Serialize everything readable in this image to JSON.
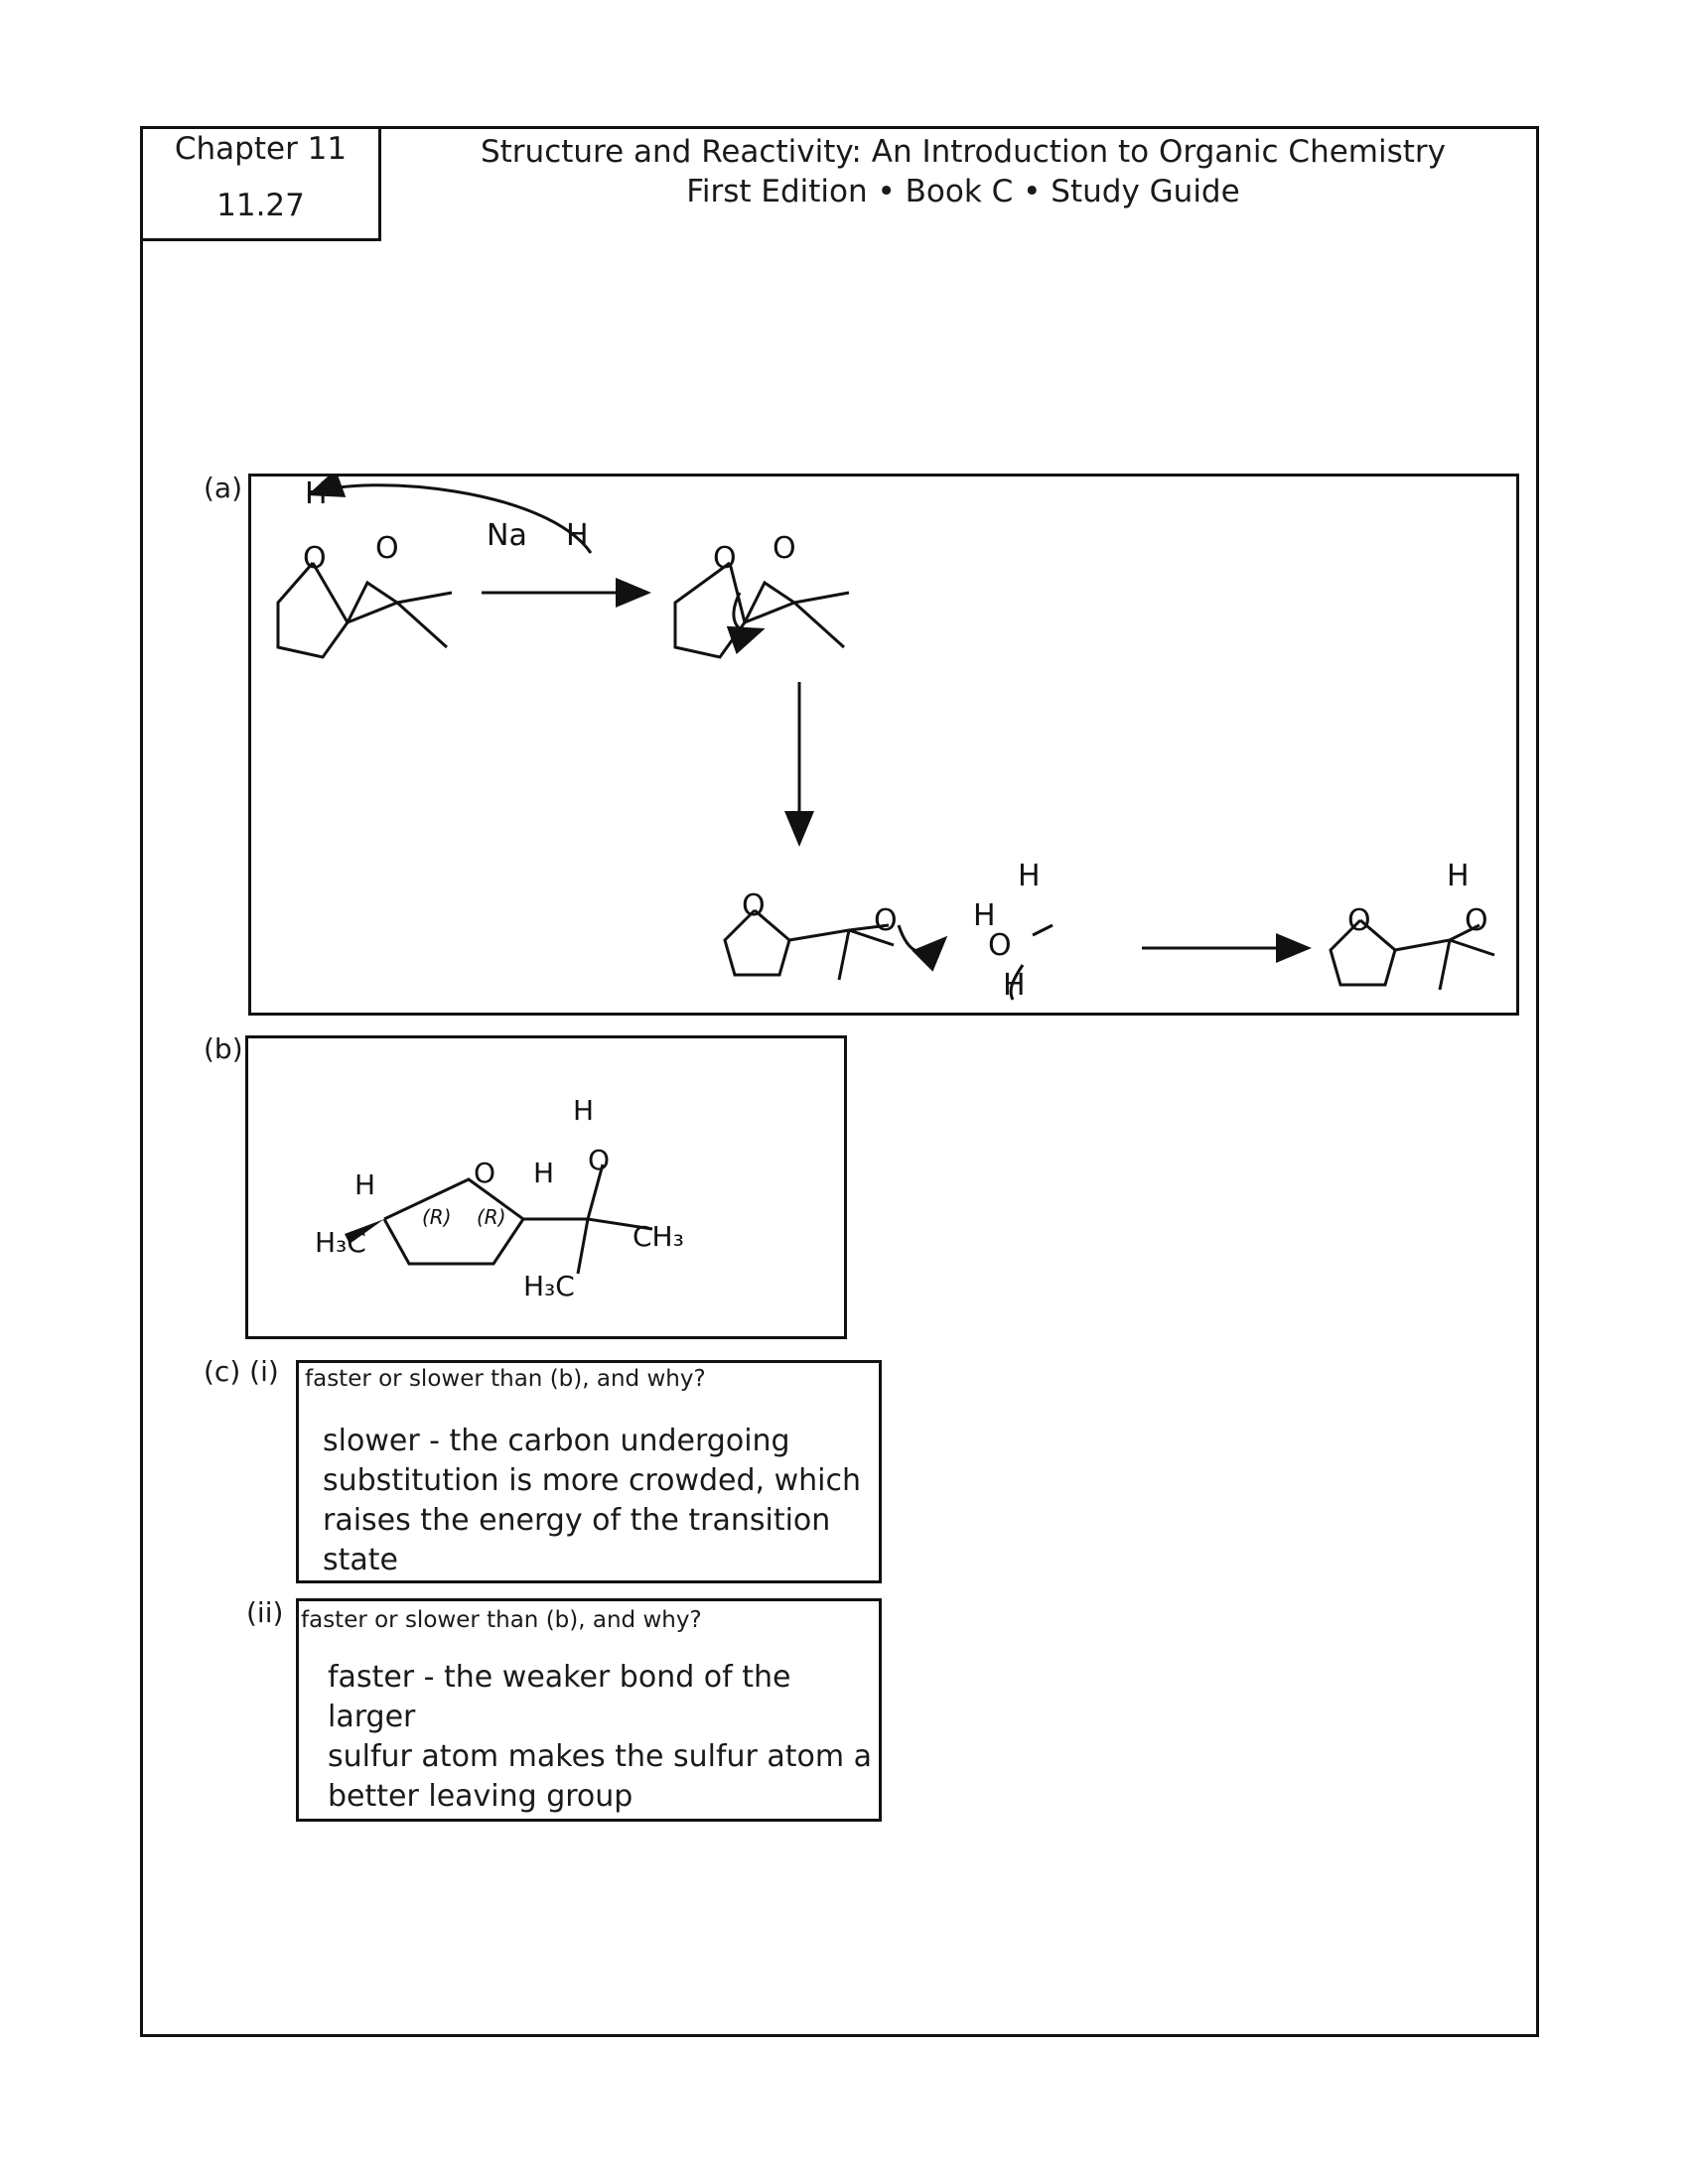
{
  "header": {
    "chapter": "Chapter 11",
    "problem": "11.27",
    "title_line1": "Structure and Reactivity: An Introduction to Organic Chemistry",
    "title_line2": "First Edition • Book C • Study Guide"
  },
  "part_a": {
    "label": "(a)",
    "reagent_na": "Na",
    "reagent_h": "H",
    "atom_o": "O",
    "atom_h": "H"
  },
  "part_b": {
    "label": "(b)",
    "h3c": "H3C",
    "ch3": "CH3",
    "stereo_1": "(R)",
    "stereo_2": "(R)"
  },
  "part_c": {
    "label": "(c) (i)",
    "label_ii": "(ii)",
    "i": {
      "question": "faster or slower than (b), and why?",
      "answer_lines": [
        "slower - the carbon undergoing",
        "substitution is more crowded, which",
        "raises the energy of the transition state"
      ]
    },
    "ii": {
      "question": "faster or slower than (b), and why?",
      "answer_lines": [
        "faster - the weaker bond of the larger",
        "sulfur atom makes the sulfur atom a",
        "better leaving group"
      ]
    }
  }
}
